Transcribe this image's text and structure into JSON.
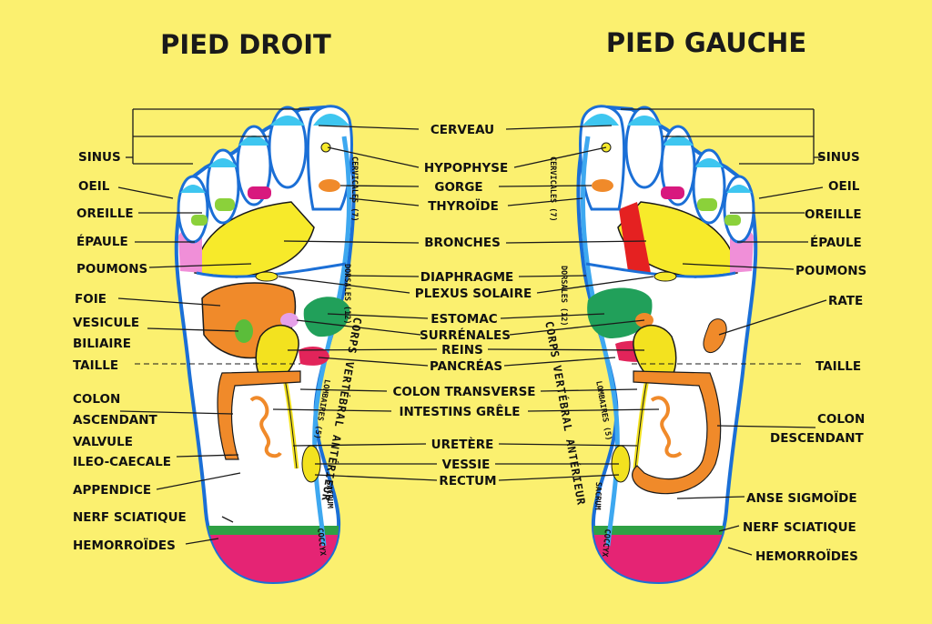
{
  "titles": {
    "right_foot": "PIED DROIT",
    "left_foot": "PIED GAUCHE"
  },
  "left_labels": {
    "sinus": "SINUS",
    "oeil": "OEIL",
    "oreille": "OREILLE",
    "epaule": "ÉPAULE",
    "poumons": "POUMONS",
    "foie": "FOIE",
    "vesicule": "VESICULE",
    "biliaire": "BILIAIRE",
    "taille": "TAILLE",
    "colon": "COLON",
    "ascendant": "ASCENDANT",
    "valvule": "VALVULE",
    "ileo_caecale": "ILEO-CAECALE",
    "appendice": "APPENDICE",
    "nerf_sciatique": "NERF SCIATIQUE",
    "hemorroides": "HEMORROÏDES"
  },
  "center_labels": {
    "cerveau": "CERVEAU",
    "hypophyse": "HYPOPHYSE",
    "gorge": "GORGE",
    "thyroide": "THYROÏDE",
    "bronches": "BRONCHES",
    "diaphragme": "DIAPHRAGME",
    "plexus_solaire": "PLEXUS SOLAIRE",
    "estomac": "ESTOMAC",
    "surrenales": "SURRÉNALES",
    "reins": "REINS",
    "pancreas": "PANCRÉAS",
    "colon_transverse": "COLON TRANSVERSE",
    "intestins_grele": "INTESTINS GRÊLE",
    "uretere": "URETÈRE",
    "vessie": "VESSIE",
    "rectum": "RECTUM"
  },
  "right_labels": {
    "sinus": "SINUS",
    "oeil": "OEIL",
    "oreille": "OREILLE",
    "epaule": "ÉPAULE",
    "poumons": "POUMONS",
    "rate": "RATE",
    "taille": "TAILLE",
    "colon": "COLON",
    "descendant": "DESCENDANT",
    "anse_sigmoide": "ANSE SIGMOÏDE",
    "nerf_sciatique": "NERF SCIATIQUE",
    "hemorroides": "HEMORROÏDES"
  },
  "spine_labels": {
    "cervicales": "CERVICALES (7)",
    "dorsales": "DORSALES (12)",
    "lombaires": "LOMBAIRES (5)",
    "sacrum": "SACRUM",
    "coccyx": "COCCYX",
    "corps_vertebral": "CORPS VERTÉBRAL ANTÉRIEUR"
  },
  "colors": {
    "background": "#fbf06f",
    "foot_outline": "#1b6fd6",
    "toe_tip_sinus": "#3ec6f0",
    "brain": "#3ec6f0",
    "eye": "#d8197e",
    "ear": "#8bd13a",
    "shoulder": "#f08fd8",
    "lungs": "#f7ea2a",
    "liver": "#f08a2a",
    "gallbladder": "#5bbd3a",
    "stomach": "#21a05a",
    "kidneys": "#f3e21f",
    "adrenals": "#e5a0e8",
    "pancreas": "#e2245a",
    "colon": "#f08a2a",
    "bladder": "#f3e21f",
    "heart_red": "#e52121",
    "sciatic_nerve": "#2fa044",
    "hemorrhoids": "#e52474",
    "spine": "#3ea8f0"
  }
}
